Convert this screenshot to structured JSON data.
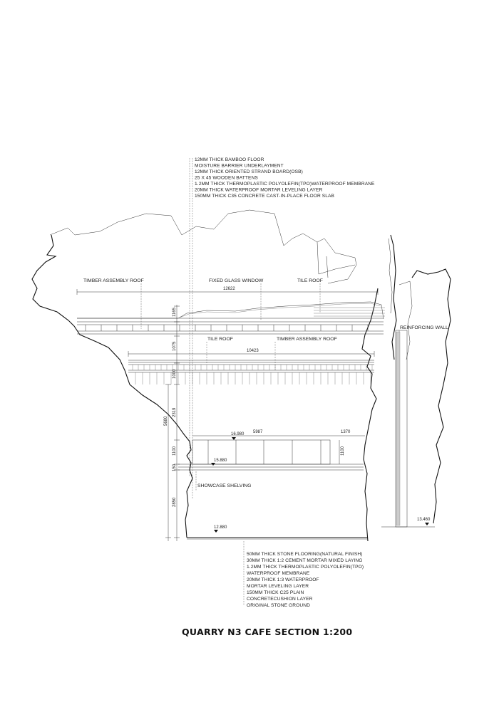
{
  "title": "QUARRY N3 CAFE SECTION   1:200",
  "notes_top": [
    "12MM THICK BAMBOO FLOOR",
    "MOISTURE BARRIER UNDERLAYMENT",
    "12MM THICK ORIENTED STRAND BOARD(OSB)",
    "25 X 45 WOODEN BATTENS",
    "1.2MM THICK THERMOPLASTIC POLYOLEFIN(TPO)WATERPROOF MEMBRANE",
    "20MM THICK WATERPROOF MORTAR LEVELING LAYER",
    "150MM THICK C35 CONCRETE CAST-IN-PLACE FLOOR SLAB"
  ],
  "notes_bottom": [
    "50MM THICK STONE FLOORING(NATURAL FINISH)",
    "30MM THICK 1:2 CEMENT MORTAR MIXED LAYING",
    "1.2MM THICK THERMOPLASTIC POLYOLEFIN(TPO)",
    "WATERPROOF MEMBRANE",
    "20MM THICK 1:3 WATERPROOF",
    "MORTAR LEVELING LAYER",
    "150MM THICK C25 PLAIN",
    "CONCRETECUSHION LAYER",
    "ORIGINAL STONE GROUND"
  ],
  "labels": {
    "timber_assembly_roof_1": "TIMBER ASSEMBLY ROOF",
    "fixed_glass_window": "FIXED GLASS WINDOW",
    "tile_roof_1": "TILE ROOF",
    "reinforcing_wall": "REINFORCING WALL",
    "tile_roof_2": "TILE ROOF",
    "timber_assembly_roof_2": "TIMBER ASSEMBLY ROOF",
    "showcase_shelving": "SHOWCASE SHELVING"
  },
  "dimensions": {
    "span_upper": "12622",
    "span_lower": "10423",
    "h_1165": "1165",
    "h_1075": "1075",
    "h_1000": "1000",
    "h_2319": "2319",
    "h_5680": "5680",
    "h_1100_left": "1100",
    "h_150": "150",
    "h_2850": "2850",
    "w_5987": "5987",
    "w_1370": "1370",
    "h_1100_right": "1100"
  },
  "levels": {
    "top_glass": "16.980",
    "deck": "15.880",
    "ground": "12.880",
    "wall_base": "13.460"
  }
}
